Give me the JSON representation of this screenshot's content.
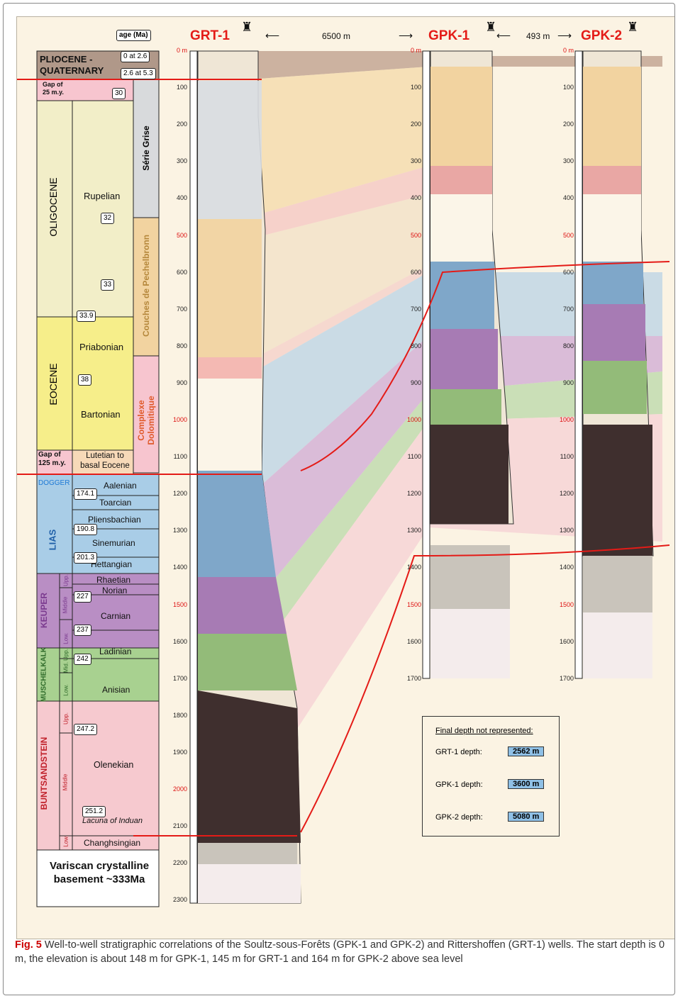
{
  "header": {
    "age_label": "age (Ma)",
    "distance_1": "6500 m",
    "distance_2": "493 m"
  },
  "wells": [
    {
      "name": "GRT-1"
    },
    {
      "name": "GPK-1"
    },
    {
      "name": "GPK-2"
    }
  ],
  "column": {
    "systems": [
      {
        "name": "PLIOCENE - QUATERNARY"
      },
      {
        "name": "Gap of 25 m.y."
      },
      {
        "name": "OLIGOCENE"
      },
      {
        "name": "EOCENE"
      },
      {
        "name": "Gap of 125 m.y."
      },
      {
        "name": "DOGGER"
      },
      {
        "name": "LIAS"
      },
      {
        "name": "KEUPER"
      },
      {
        "name": "MUSCHELKALK"
      },
      {
        "name": "BUNTSANDSTEIN"
      },
      {
        "name": "Variscan crystalline basement ~333Ma"
      }
    ],
    "stages": [
      "Rupelian",
      "Priabonian",
      "Bartonian",
      "Lutetian to basal Eocene",
      "Aalenian",
      "Toarcian",
      "Pliensbachian",
      "Sinemurian",
      "Hettangian",
      "Rhaetian",
      "Norian",
      "Carnian",
      "Ladinian",
      "Anisian",
      "Olenekian",
      "Lacuna of Induan",
      "Changhsingian"
    ],
    "subdivisions": [
      "Upp.",
      "Middle",
      "Low.",
      "Upp.",
      "Mid.",
      "Low.",
      "Upp.",
      "Middle",
      "Low."
    ],
    "formations": [
      "Série Grise",
      "Couches de Pechelbronn",
      "Complexe Dolomitique"
    ],
    "ages": [
      "0 at 2.6",
      "2.6 at 5.3",
      "30",
      "32",
      "33",
      "33.9",
      "38",
      "174.1",
      "190.8",
      "201.3",
      "227",
      "237",
      "242",
      "247.2",
      "251.2"
    ]
  },
  "depth_ticks": {
    "grt1": [
      "0 m",
      "100",
      "200",
      "300",
      "400",
      "500",
      "600",
      "700",
      "800",
      "900",
      "1000",
      "1100",
      "1200",
      "1300",
      "1400",
      "1500",
      "1600",
      "1700",
      "1800",
      "1900",
      "2000",
      "2100",
      "2200",
      "2300"
    ],
    "gpk1": [
      "0 m",
      "100",
      "200",
      "300",
      "400",
      "500",
      "600",
      "700",
      "800",
      "900",
      "1000",
      "1100",
      "1200",
      "1300",
      "1400",
      "1500",
      "1600",
      "1700"
    ],
    "gpk2": [
      "0 m",
      "100",
      "200",
      "300",
      "400",
      "500",
      "600",
      "700",
      "800",
      "900",
      "1000",
      "1100",
      "1200",
      "1300",
      "1400",
      "1500",
      "1600",
      "1700"
    ]
  },
  "legend": {
    "title": "Final depth not represented:",
    "rows": [
      {
        "label": "GRT-1 depth:",
        "value": "2562 m"
      },
      {
        "label": "GPK-1 depth:",
        "value": "3600 m"
      },
      {
        "label": "GPK-2 depth:",
        "value": "5080 m"
      }
    ]
  },
  "caption": {
    "fig": "Fig. 5",
    "text": " Well-to-well stratigraphic correlations of the Soultz-sous-Forêts (GPK-1 and GPK-2) and Rittershoffen (GRT-1) wells. The start depth is 0 m, the elevation is about 148 m for GPK-1, 145 m for GRT-1 and 164 m for GPK-2 above sea level"
  },
  "colors": {
    "oligocene": "#f2eec8",
    "eocene": "#f6ee8a",
    "jurassic": "#a9cde7",
    "keuper": "#b98ec4",
    "muschelkalk": "#a8d190",
    "bunt": "#f6c9cf",
    "gap": "#f7c5cf",
    "plio": "#b09889",
    "grise": "#d8dadc",
    "pechel": "#f2d3a0"
  }
}
